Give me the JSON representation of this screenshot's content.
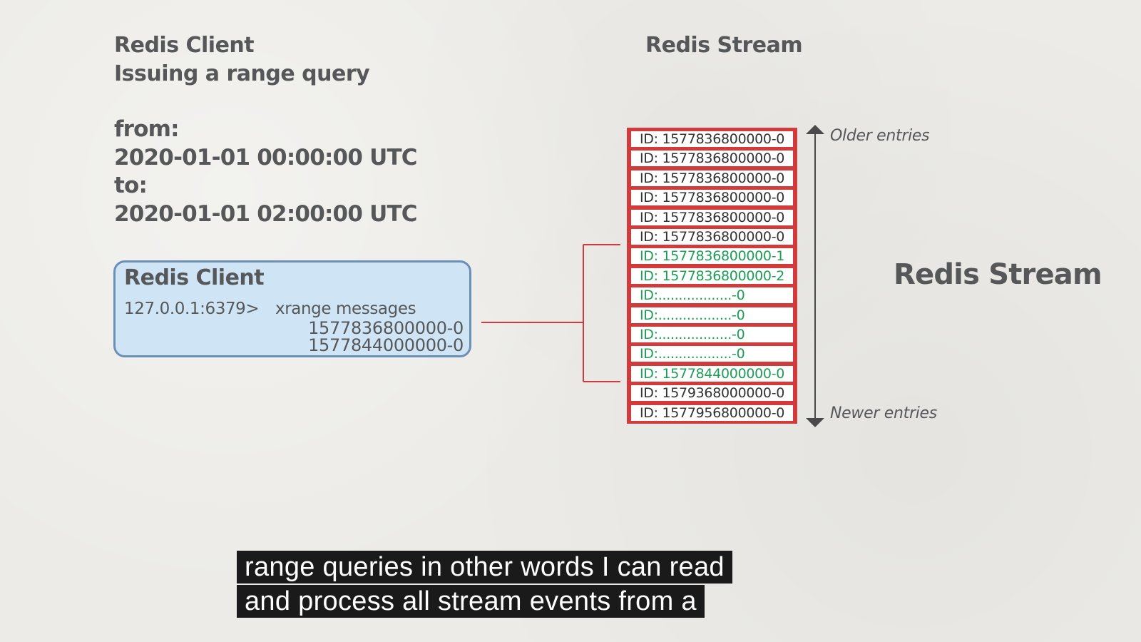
{
  "left_title": {
    "line1": "Redis Client",
    "line2": "Issuing a range query"
  },
  "range": {
    "from_label": "from:",
    "from_value": "2020-01-01 00:00:00 UTC",
    "to_label": "to:",
    "to_value": "2020-01-01 02:00:00 UTC"
  },
  "client_box": {
    "title": "Redis Client",
    "prompt": "127.0.0.1:6379>",
    "command": "xrange messages",
    "arg_start": "1577836800000-0",
    "arg_end": "1577844000000-0"
  },
  "stream": {
    "title_top": "Redis Stream",
    "title_right": "Redis Stream",
    "older_label": "Older entries",
    "newer_label": "Newer entries",
    "entries": [
      {
        "text": "ID: 1577836800000-0",
        "highlight": false
      },
      {
        "text": "ID: 1577836800000-0",
        "highlight": false
      },
      {
        "text": "ID: 1577836800000-0",
        "highlight": false
      },
      {
        "text": "ID: 1577836800000-0",
        "highlight": false
      },
      {
        "text": "ID: 1577836800000-0",
        "highlight": false
      },
      {
        "text": "ID: 1577836800000-0",
        "highlight": false
      },
      {
        "text": "ID: 1577836800000-1",
        "highlight": true
      },
      {
        "text": "ID: 1577836800000-2",
        "highlight": true
      },
      {
        "text": "ID:..................-0",
        "highlight": true
      },
      {
        "text": "ID:..................-0",
        "highlight": true
      },
      {
        "text": "ID:..................-0",
        "highlight": true
      },
      {
        "text": "ID:..................-0",
        "highlight": true
      },
      {
        "text": "ID: 1577844000000-0",
        "highlight": true
      },
      {
        "text": "ID: 1579368000000-0",
        "highlight": false
      },
      {
        "text": "ID: 1577956800000-0",
        "highlight": false
      }
    ]
  },
  "colors": {
    "text": "#555759",
    "highlight": "#1d9e55",
    "stream_border": "#d23b3b",
    "connector": "#d23b3b",
    "client_fill": "#cfe5f5",
    "client_border": "#6b8fb5",
    "arrow": "#4a4a4a"
  },
  "subtitle": {
    "line1": "range queries in other words I can read",
    "line2": "and process all stream events from a"
  }
}
